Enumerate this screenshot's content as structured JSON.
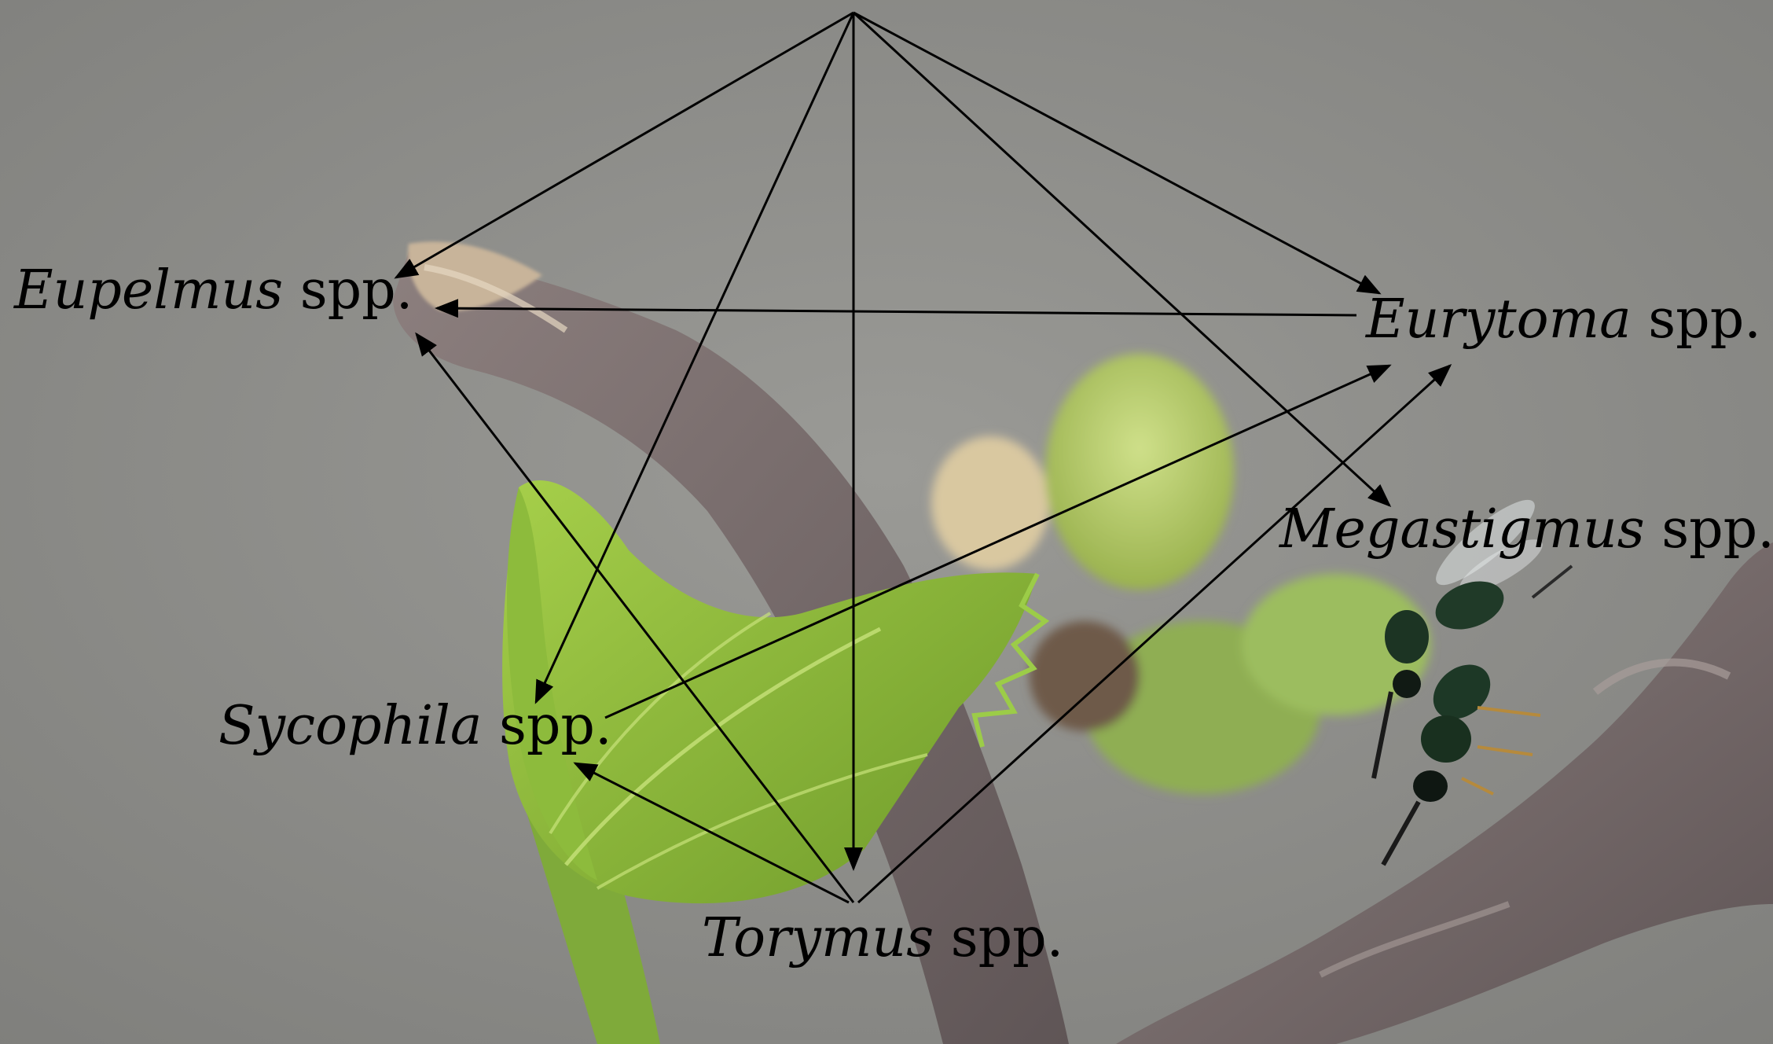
{
  "photo": {
    "description_icon": "wasp-on-gall-photo",
    "colors": {
      "background": "#8e8e8b",
      "bark": "#6f6566",
      "leaf": "#86b33a",
      "wasp": "#1a2a1e"
    }
  },
  "diagram": {
    "nodes": {
      "eupelmus": {
        "genus": "Eupelmus",
        "suffix": " spp."
      },
      "eurytoma": {
        "genus": "Eurytoma",
        "suffix": " spp."
      },
      "megastigmus": {
        "genus": "Megastigmus",
        "suffix": " spp."
      },
      "sycophila": {
        "genus": "Sycophila",
        "suffix": " spp."
      },
      "torymus": {
        "genus": "Torymus",
        "suffix": " spp."
      }
    },
    "edges": [
      {
        "from": "top",
        "to": "eupelmus"
      },
      {
        "from": "top",
        "to": "eurytoma"
      },
      {
        "from": "top",
        "to": "megastigmus"
      },
      {
        "from": "top",
        "to": "sycophila"
      },
      {
        "from": "top",
        "to": "torymus"
      },
      {
        "from": "eurytoma",
        "to": "eupelmus"
      },
      {
        "from": "sycophila",
        "to": "eurytoma"
      },
      {
        "from": "torymus",
        "to": "eupelmus"
      },
      {
        "from": "torymus",
        "to": "sycophila"
      },
      {
        "from": "torymus",
        "to": "eurytoma"
      }
    ],
    "arrow_color": "#000000"
  }
}
